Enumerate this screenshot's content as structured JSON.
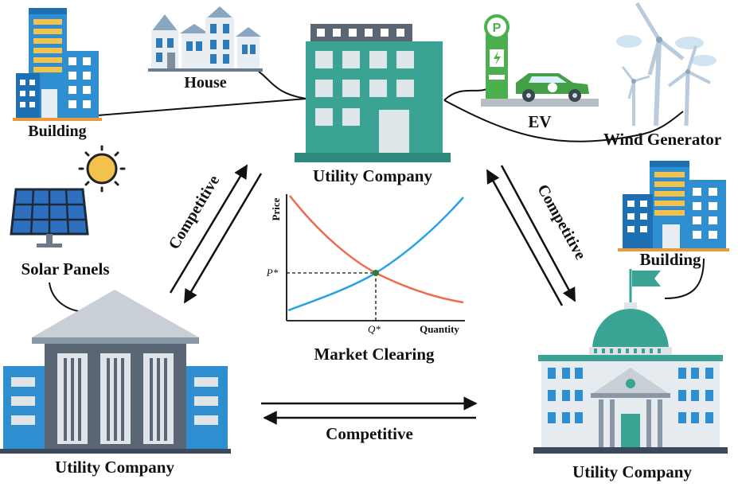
{
  "labels": {
    "building_top_left": "Building",
    "house": "House",
    "utility_top": "Utility Company",
    "ev": "EV",
    "wind": "Wind Generator",
    "solar": "Solar Panels",
    "building_right": "Building",
    "utility_bottom_left": "Utility Company",
    "utility_bottom_right": "Utility Company"
  },
  "arrows": {
    "left": "Competitive",
    "right": "Competitive",
    "bottom": "Competitive"
  },
  "market": {
    "caption": "Market Clearing",
    "ylabel": "Price",
    "xlabel": "Quantity",
    "p_tick": "P*",
    "q_tick": "Q*"
  },
  "colors": {
    "teal": "#3aa394",
    "teal_dark": "#2d8a7d",
    "blue": "#2e8ecf",
    "blue_dark": "#1f6fb3",
    "gold": "#f2c14e",
    "gray": "#6c7b8b",
    "supply": "#27a3e3",
    "demand": "#f06a4e",
    "ev_green": "#4caf50"
  }
}
